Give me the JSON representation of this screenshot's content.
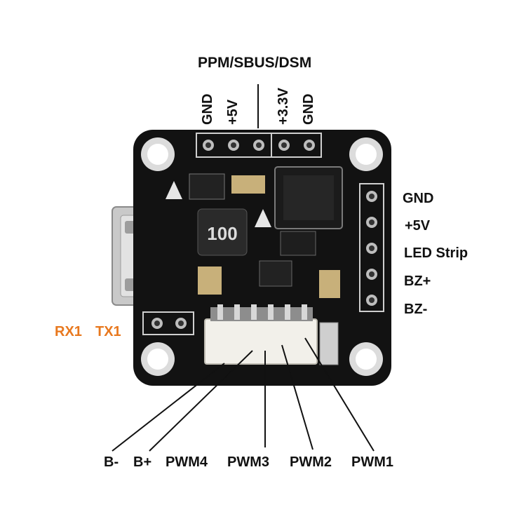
{
  "top_header": "PPM/SBUS/DSM",
  "top_pins": [
    "GND",
    "+5V",
    "+3.3V",
    "GND"
  ],
  "right_pins": [
    "GND",
    "+5V",
    "LED Strip",
    "BZ+",
    "BZ-"
  ],
  "left_pins": [
    "RX1",
    "TX1"
  ],
  "bottom_pins": [
    "B-",
    "B+",
    "PWM4",
    "PWM3",
    "PWM2",
    "PWM1"
  ],
  "chip_marks": [
    "100"
  ],
  "colors": {
    "board": "#121212",
    "accent": "#e8781e",
    "text": "#111111",
    "connector": "#f2f0ea"
  }
}
